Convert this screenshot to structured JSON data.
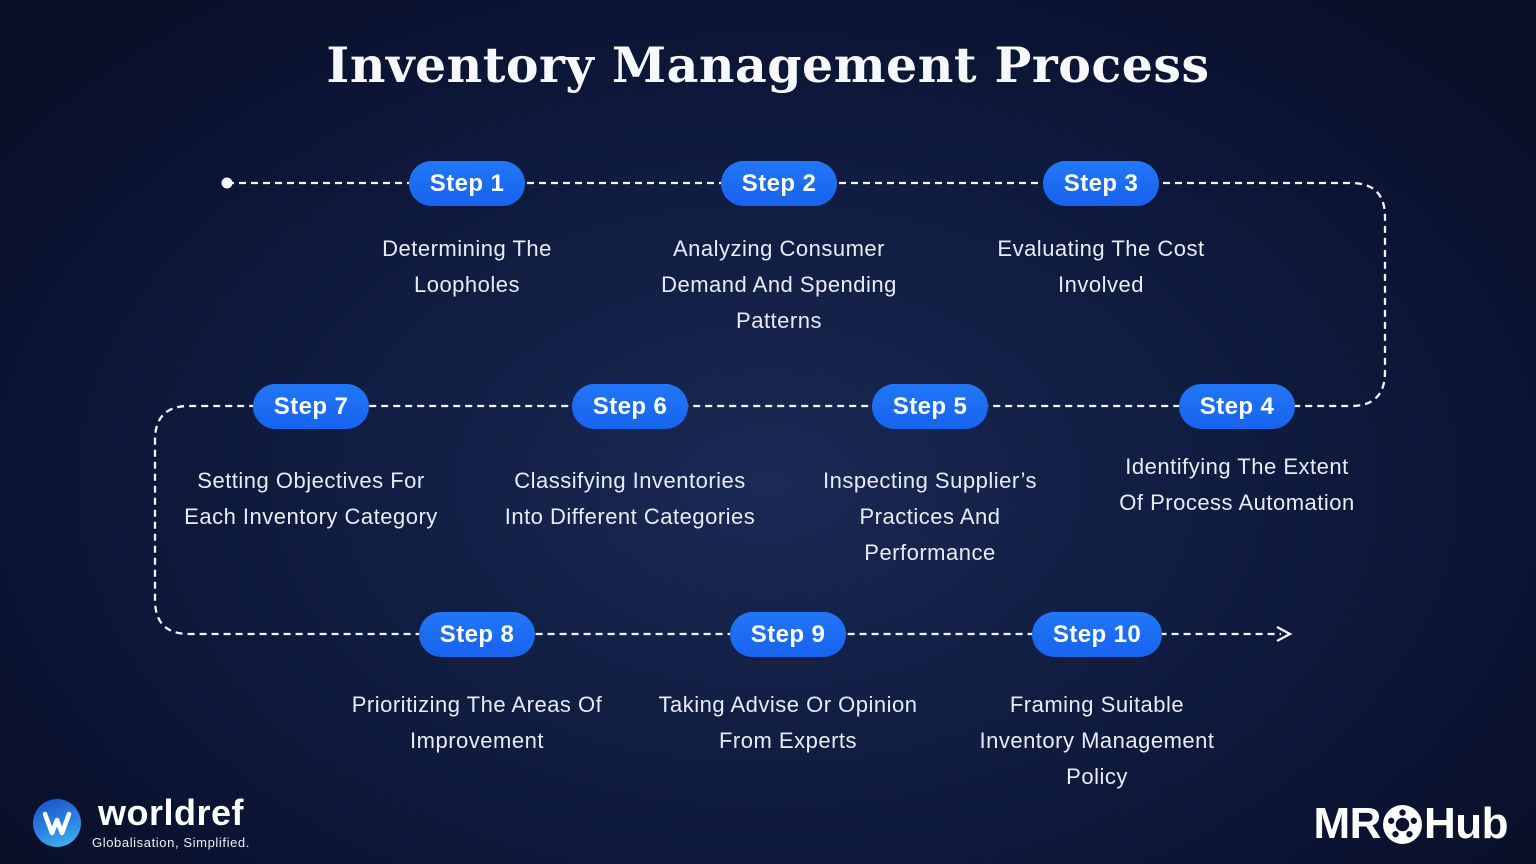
{
  "title": "Inventory Management Process",
  "steps": [
    {
      "label": "Step 1",
      "description": "Determining The\nLoopholes"
    },
    {
      "label": "Step 2",
      "description": "Analyzing Consumer\nDemand And Spending\nPatterns"
    },
    {
      "label": "Step 3",
      "description": "Evaluating The Cost\nInvolved"
    },
    {
      "label": "Step 4",
      "description": "Identifying The Extent\nOf Process Automation"
    },
    {
      "label": "Step 5",
      "description": "Inspecting Supplier’s\nPractices And\nPerformance"
    },
    {
      "label": "Step 6",
      "description": "Classifying Inventories\nInto Different Categories"
    },
    {
      "label": "Step 7",
      "description": "Setting Objectives For\nEach Inventory Category"
    },
    {
      "label": "Step 8",
      "description": "Prioritizing The Areas Of\nImprovement"
    },
    {
      "label": "Step 9",
      "description": "Taking Advise Or Opinion\nFrom Experts"
    },
    {
      "label": "Step 10",
      "description": "Framing Suitable\nInventory Management\nPolicy"
    }
  ],
  "footer": {
    "worldref": {
      "name": "worldref",
      "tagline": "Globalisation, Simplified."
    },
    "mrohub": {
      "prefix": "MR",
      "suffix": "Hub"
    }
  },
  "colors": {
    "accent_blue": "#1d6ff2",
    "background_navy": "#0a1133",
    "text_light": "#e9ecf4",
    "line_white": "#f2f4f9"
  }
}
